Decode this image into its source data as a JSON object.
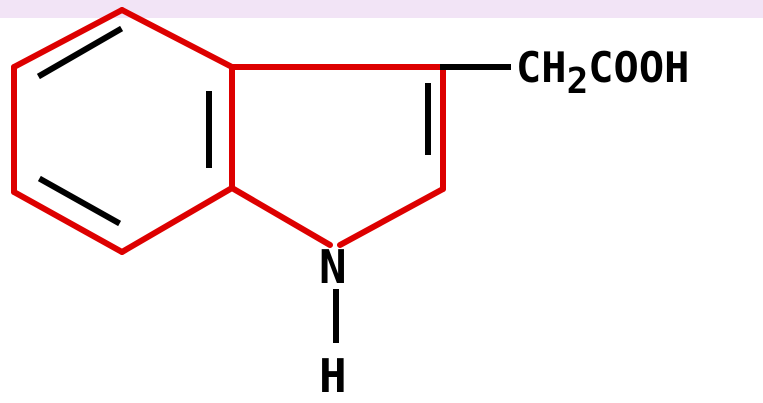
{
  "diagram": {
    "kind": "chemical-structure",
    "colors": {
      "background_band": "#f2e4f6",
      "ring_bond": "#dd0000",
      "plain_bond": "#000000",
      "text": "#000000"
    },
    "atoms": {
      "nitrogen": "N",
      "hydrogen": "H"
    },
    "substituent": {
      "part1": "CH",
      "subscript": "2",
      "part2": "COOH"
    }
  }
}
